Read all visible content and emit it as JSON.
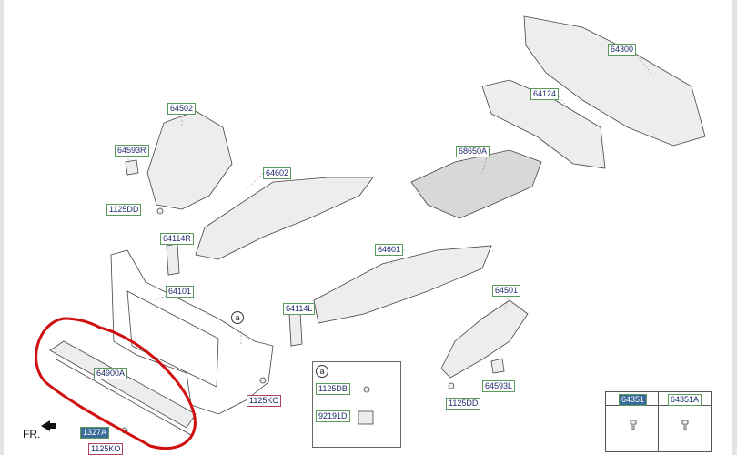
{
  "diagram": {
    "part_labels": {
      "p64300": "64300",
      "p64124": "64124",
      "p68650A": "68650A",
      "p64502": "64502",
      "p64593R": "64593R",
      "p64602": "64602",
      "p1125DD_a": "1125DD",
      "p64114R": "64114R",
      "p64101": "64101",
      "p64601": "64601",
      "p64114L": "64114L",
      "p64501": "64501",
      "p64593L": "64593L",
      "p1125DD_b": "1125DD",
      "p64900A": "64900A",
      "p1125KO_a": "1125KO",
      "p1327A": "1327A",
      "p1125KO_b": "1125KO"
    },
    "callout_a": "a",
    "legend": {
      "marker": "a",
      "items": [
        "1125DB",
        "92191D"
      ]
    },
    "table": {
      "headers": [
        "64351",
        "64351A"
      ]
    },
    "direction": "FR.",
    "colors": {
      "highlight": "#d01010",
      "label_border": "#5a9a5a",
      "red_label_border": "#b04060"
    }
  }
}
